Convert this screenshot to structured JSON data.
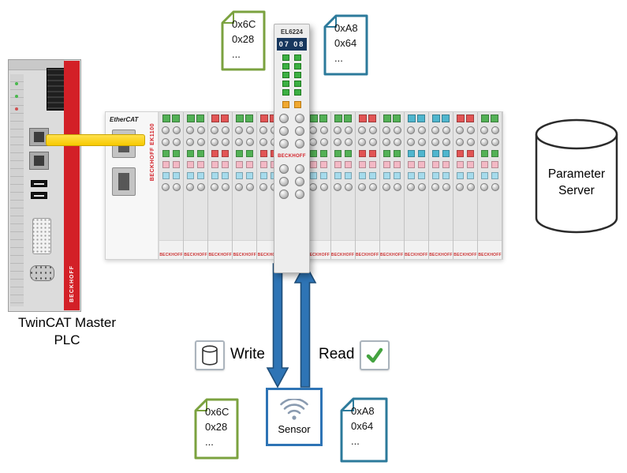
{
  "plc": {
    "caption": "TwinCAT Master\nPLC",
    "brand": "BECKHOFF"
  },
  "rail": {
    "logo": "EtherCAT",
    "coupler_label": "BECKHOFF EK1100",
    "module_brand": "BECKHOFF",
    "modules": [
      "green",
      "green",
      "red",
      "green",
      "red",
      "red",
      "green",
      "green",
      "red",
      "green",
      "teal",
      "teal",
      "red",
      "green"
    ]
  },
  "el6224": {
    "label": "EL6224",
    "display": "07 08",
    "brand": "BECKHOFF"
  },
  "documents": {
    "top_left": {
      "lines": [
        "0x6C",
        "0x28",
        "..."
      ]
    },
    "top_right": {
      "lines": [
        "0xA8",
        "0x64",
        "..."
      ]
    },
    "bottom_left": {
      "lines": [
        "0x6C",
        "0x28",
        "..."
      ]
    },
    "bottom_right": {
      "lines": [
        "0xA8",
        "0x64",
        "..."
      ]
    }
  },
  "server": {
    "label": "Parameter\nServer"
  },
  "sensor": {
    "label": "Sensor"
  },
  "actions": {
    "write": "Write",
    "read": "Read"
  },
  "colors": {
    "doc_green": "#7BA23F",
    "doc_blue": "#2C7A9B",
    "arrow_fill": "#2E74B5",
    "arrow_stroke": "#1F4E79",
    "cable_yellow": "#FFD500",
    "beckhoff_red": "#D32027",
    "led_green": "#3CB043",
    "check_green": "#44A340",
    "wifi_gray": "#8A9BB0"
  }
}
